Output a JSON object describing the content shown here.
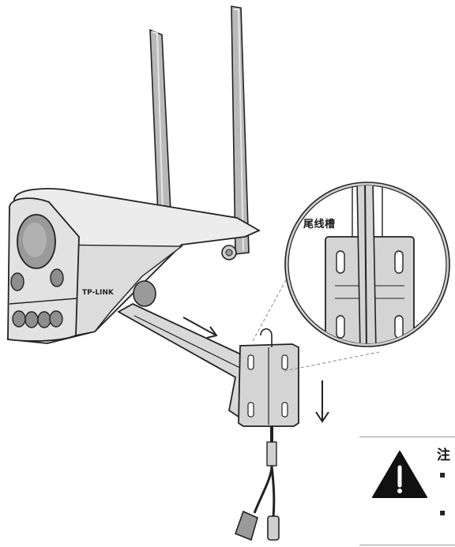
{
  "brand_label": "TP-LINK",
  "callout_label": "尾线槽",
  "note": {
    "title": "注",
    "bullets": [
      "▪",
      "▪"
    ]
  },
  "colors": {
    "line": "#222222",
    "camera_body": "#ececec",
    "camera_shade": "#cfcfcf",
    "antenna": "#b9b9b9",
    "lens": "#9a9a9a",
    "ir": "#8e8e8e",
    "bracket": "#d8d8d8",
    "plate": "#d4d4d4",
    "warning": "#111111"
  },
  "icons": {
    "arrow_diagonal": "arrow-diagonal-icon",
    "arrow_down": "arrow-down-icon",
    "warning": "warning-triangle-icon"
  }
}
